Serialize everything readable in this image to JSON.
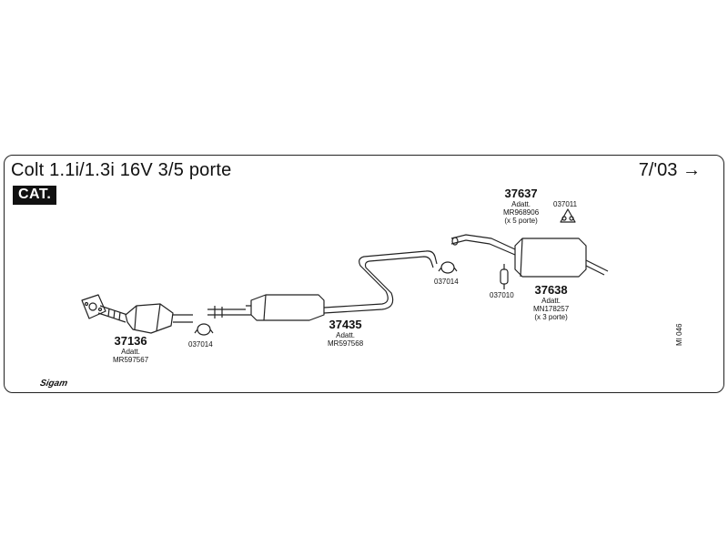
{
  "header": {
    "title": "Colt 1.1i/1.3i 16V 3/5 porte",
    "date": "7/'03 →",
    "badge": "CAT."
  },
  "parts": {
    "cat": {
      "number": "37136",
      "adapt_label": "Adatt.",
      "adapt_ref": "MR597567"
    },
    "middle": {
      "number": "37435",
      "adapt_label": "Adatt.",
      "adapt_ref": "MR597568"
    },
    "rear_5": {
      "number": "37637",
      "adapt_label": "Adatt.",
      "adapt_ref": "MR968906",
      "note": "(x 5 porte)"
    },
    "rear_3": {
      "number": "37638",
      "adapt_label": "Adatt.",
      "adapt_ref": "MN178257",
      "note": "(x 3 porte)"
    }
  },
  "refs": {
    "clamp_front": "037014",
    "clamp_mid": "037014",
    "hanger_top": "037011",
    "hanger_bottom": "037010"
  },
  "side_code": "MI 046",
  "brand": "Sigam"
}
